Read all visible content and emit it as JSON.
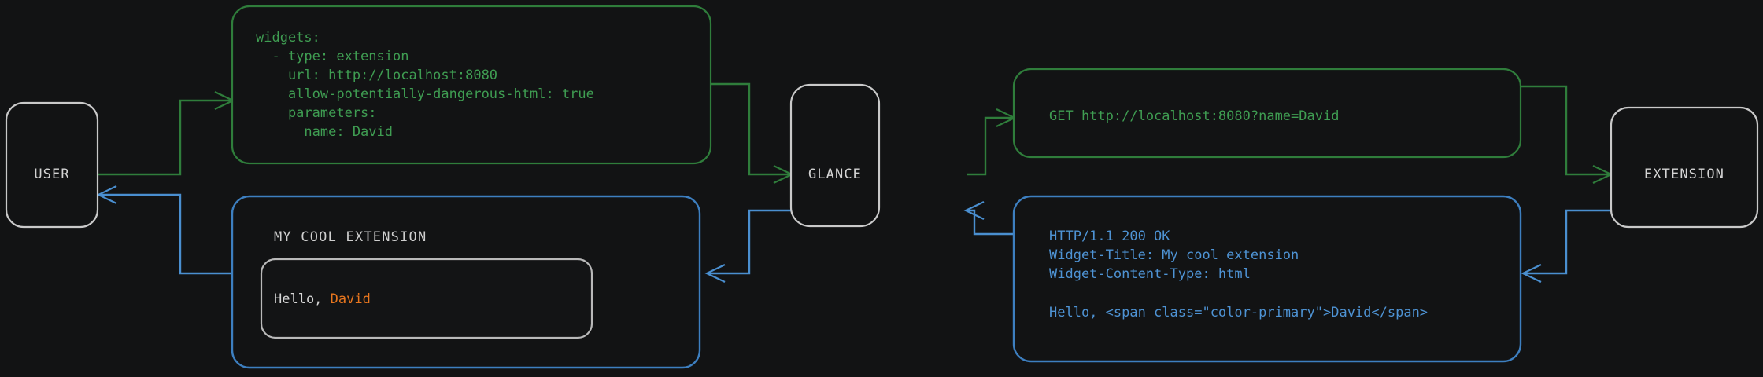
{
  "theme": {
    "background": "#121314",
    "node_border": "#c9c9c9",
    "node_label": "#d4d4d4",
    "request_color": "#2f7d3b",
    "request_text": "#3f9d52",
    "response_color": "#3d7fc0",
    "response_text": "#4e93d4",
    "accent_primary": "#e8761e",
    "card_border": "#b9b9b9",
    "card_text": "#d6d6d6"
  },
  "nodes": [
    {
      "id": "user",
      "label": "USER"
    },
    {
      "id": "glance",
      "label": "GLANCE"
    },
    {
      "id": "extension",
      "label": "EXTENSION"
    }
  ],
  "config_box": {
    "id": "yaml-config",
    "kind": "request",
    "lines": [
      "widgets:",
      "  - type: extension",
      "    url: http://localhost:8080",
      "    allow-potentially-dangerous-html: true",
      "    parameters:",
      "      name: David"
    ]
  },
  "request_box": {
    "id": "http-request",
    "kind": "request",
    "lines": [
      "GET http://localhost:8080?name=David"
    ]
  },
  "response_box": {
    "id": "http-response",
    "kind": "response",
    "lines": [
      "HTTP/1.1 200 OK",
      "Widget-Title: My cool extension",
      "Widget-Content-Type: html",
      "",
      "Hello, <span class=\"color-primary\">David</span>"
    ]
  },
  "widget_box": {
    "id": "rendered-widget",
    "kind": "response",
    "title": "MY COOL EXTENSION",
    "content_prefix": "Hello, ",
    "content_accent": "David"
  },
  "edges": [
    {
      "id": "user-to-config",
      "kind": "request",
      "from": "user",
      "to": "yaml-config"
    },
    {
      "id": "config-to-glance",
      "kind": "request",
      "from": "yaml-config",
      "to": "glance"
    },
    {
      "id": "glance-to-request",
      "kind": "request",
      "from": "glance",
      "to": "http-request"
    },
    {
      "id": "request-to-extension",
      "kind": "request",
      "from": "http-request",
      "to": "extension"
    },
    {
      "id": "extension-to-response",
      "kind": "response",
      "from": "extension",
      "to": "http-response"
    },
    {
      "id": "response-to-glance",
      "kind": "response",
      "from": "http-response",
      "to": "glance"
    },
    {
      "id": "glance-to-widget",
      "kind": "response",
      "from": "glance",
      "to": "rendered-widget"
    },
    {
      "id": "widget-to-user",
      "kind": "response",
      "from": "rendered-widget",
      "to": "user"
    }
  ]
}
